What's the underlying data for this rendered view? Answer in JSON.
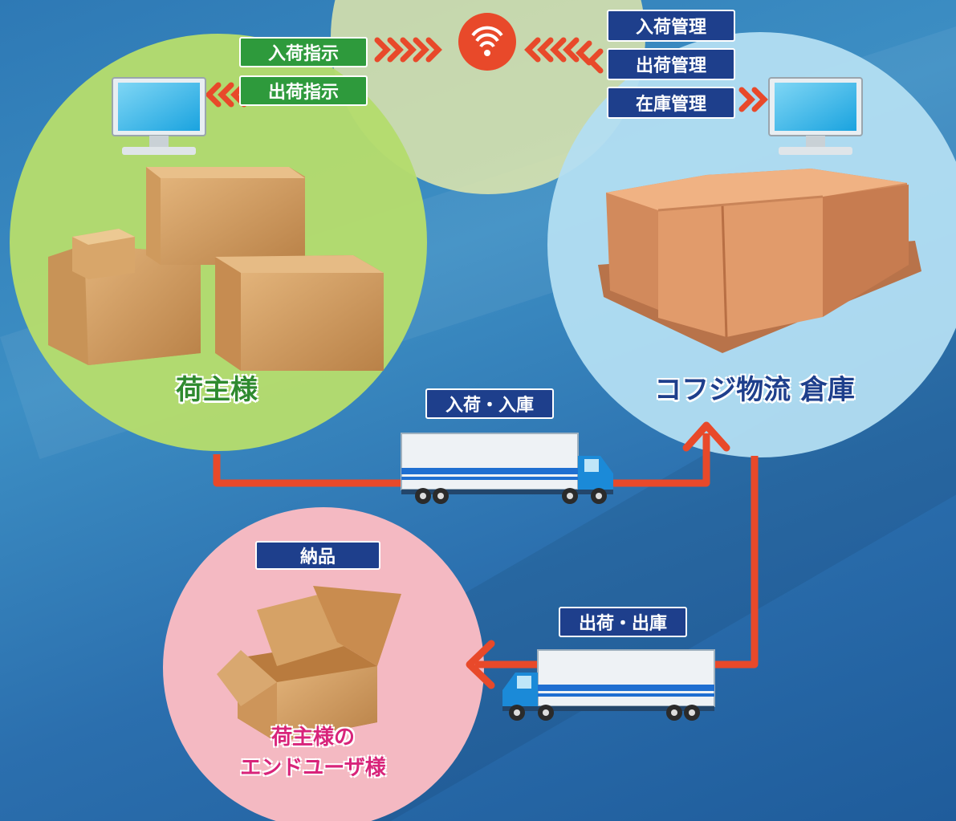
{
  "system": {
    "wifi_icon": "wireless-signal-icon",
    "left_tags": [
      "入荷指示",
      "出荷指示"
    ],
    "right_tags": [
      "入荷管理",
      "出荷管理",
      "在庫管理"
    ]
  },
  "nodes": {
    "shipper": {
      "label": "荷主様",
      "color": "#b5dc6d"
    },
    "warehouse": {
      "label": "コフジ物流 倉庫",
      "color": "#b3def2"
    },
    "end_user": {
      "label_line1": "荷主様の",
      "label_line2": "エンドユーザ様",
      "color": "#f4b9c2"
    }
  },
  "flows": {
    "inbound": {
      "label": "入荷・入庫"
    },
    "outbound": {
      "label": "出荷・出庫"
    },
    "delivery": {
      "label": "納品"
    }
  },
  "colors": {
    "arrow": "#e8492a",
    "tag_green": "#2e9a3c",
    "tag_navy": "#1e3f8c",
    "end_user_text": "#d8247a"
  }
}
